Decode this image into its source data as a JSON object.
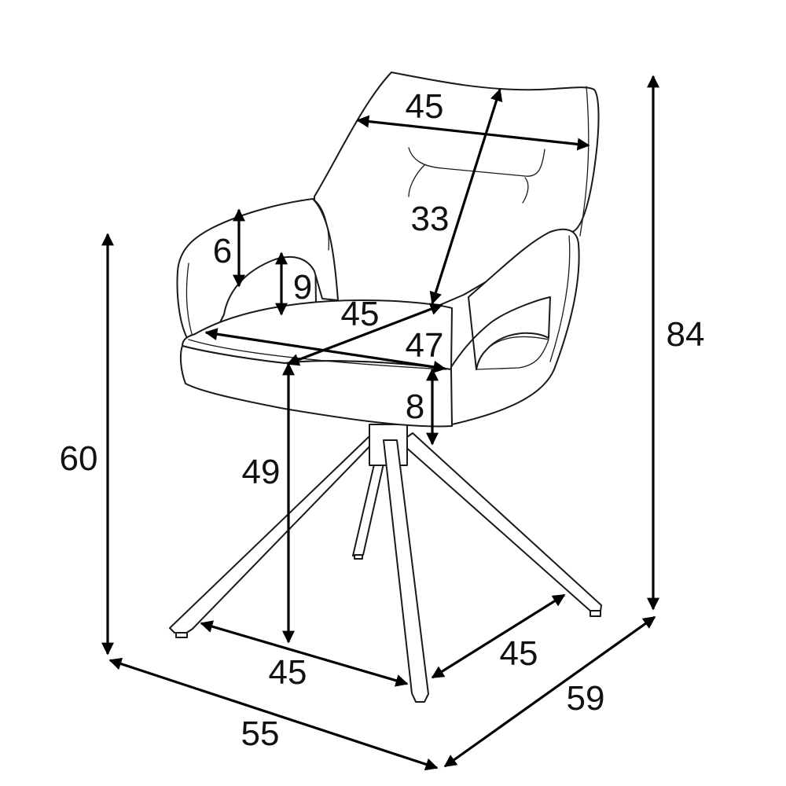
{
  "dimensions": {
    "back_width": "45",
    "back_height": "33",
    "armrest_height": "6",
    "armrest_gap": "9",
    "seat_width": "45",
    "seat_depth": "47",
    "seat_thickness": "8",
    "seat_height": "49",
    "base_front": "45",
    "base_side": "45",
    "overall_height_front": "60",
    "overall_height": "84",
    "overall_width": "55",
    "overall_depth": "59"
  }
}
